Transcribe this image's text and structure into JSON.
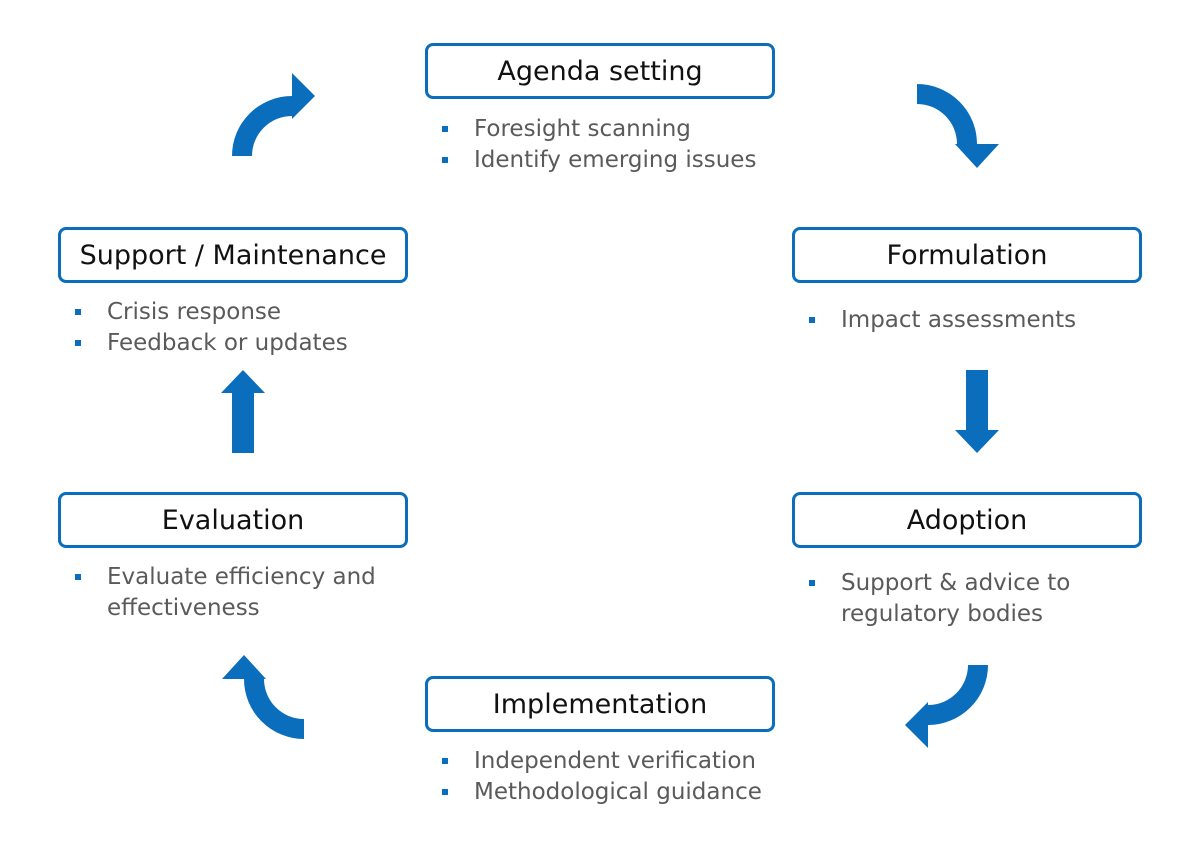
{
  "colors": {
    "accent": "#0a6ebd",
    "text": "#111111",
    "bullet_text": "#5a5a5a"
  },
  "stages": {
    "agenda": {
      "title": "Agenda setting",
      "bullets": [
        "Foresight scanning",
        "Identify emerging issues"
      ]
    },
    "formulation": {
      "title": "Formulation",
      "bullets": [
        "Impact assessments"
      ]
    },
    "adoption": {
      "title": "Adoption",
      "bullets": [
        "Support & advice to",
        "regulatory bodies"
      ]
    },
    "implementation": {
      "title": "Implementation",
      "bullets": [
        "Independent verification",
        "Methodological guidance"
      ]
    },
    "evaluation": {
      "title": "Evaluation",
      "bullets": [
        "Evaluate efficiency and",
        "effectiveness"
      ]
    },
    "support": {
      "title": "Support / Maintenance",
      "bullets": [
        "Crisis response",
        "Feedback or updates"
      ]
    }
  },
  "arrows": [
    "curved-arrow-icon",
    "curved-arrow-icon",
    "down-arrow-icon",
    "curved-arrow-icon",
    "curved-arrow-icon",
    "up-arrow-icon"
  ]
}
